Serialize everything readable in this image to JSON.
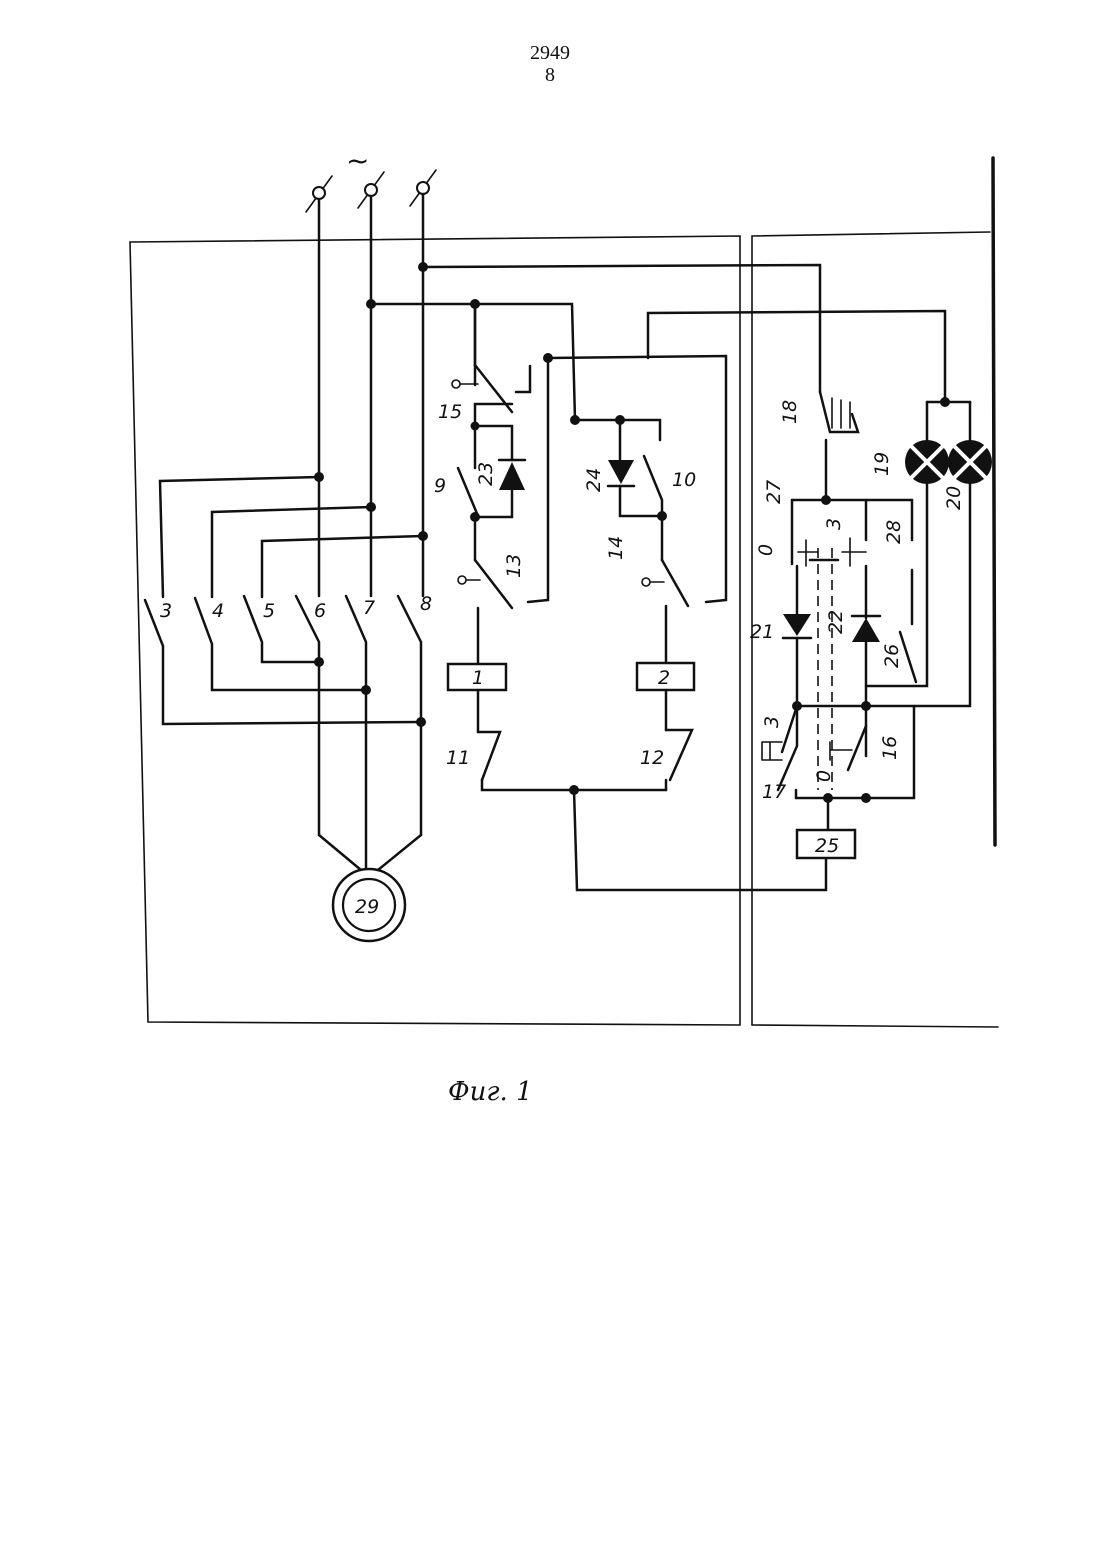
{
  "header": {
    "patent_number": "2949",
    "page_number": "8"
  },
  "supply_symbol": "~",
  "caption": "Фиг. 1",
  "labels": {
    "n1": "1",
    "n2": "2",
    "n3": "3",
    "n4": "4",
    "n5": "5",
    "n6": "6",
    "n7": "7",
    "n8": "8",
    "n9": "9",
    "n10": "10",
    "n11": "11",
    "n12": "12",
    "n13": "13",
    "n14": "14",
    "n15": "15",
    "n16": "16",
    "n17": "17",
    "n18": "18",
    "n19": "19",
    "n20": "20",
    "n21": "21",
    "n22": "22",
    "n23": "23",
    "n24": "24",
    "n25": "25",
    "n26": "26",
    "n27": "27",
    "n28": "28",
    "n29": "29",
    "pos_o_a": "0",
    "pos_3_a": "3",
    "pos_3_b": "3",
    "pos_o_b": "0"
  }
}
